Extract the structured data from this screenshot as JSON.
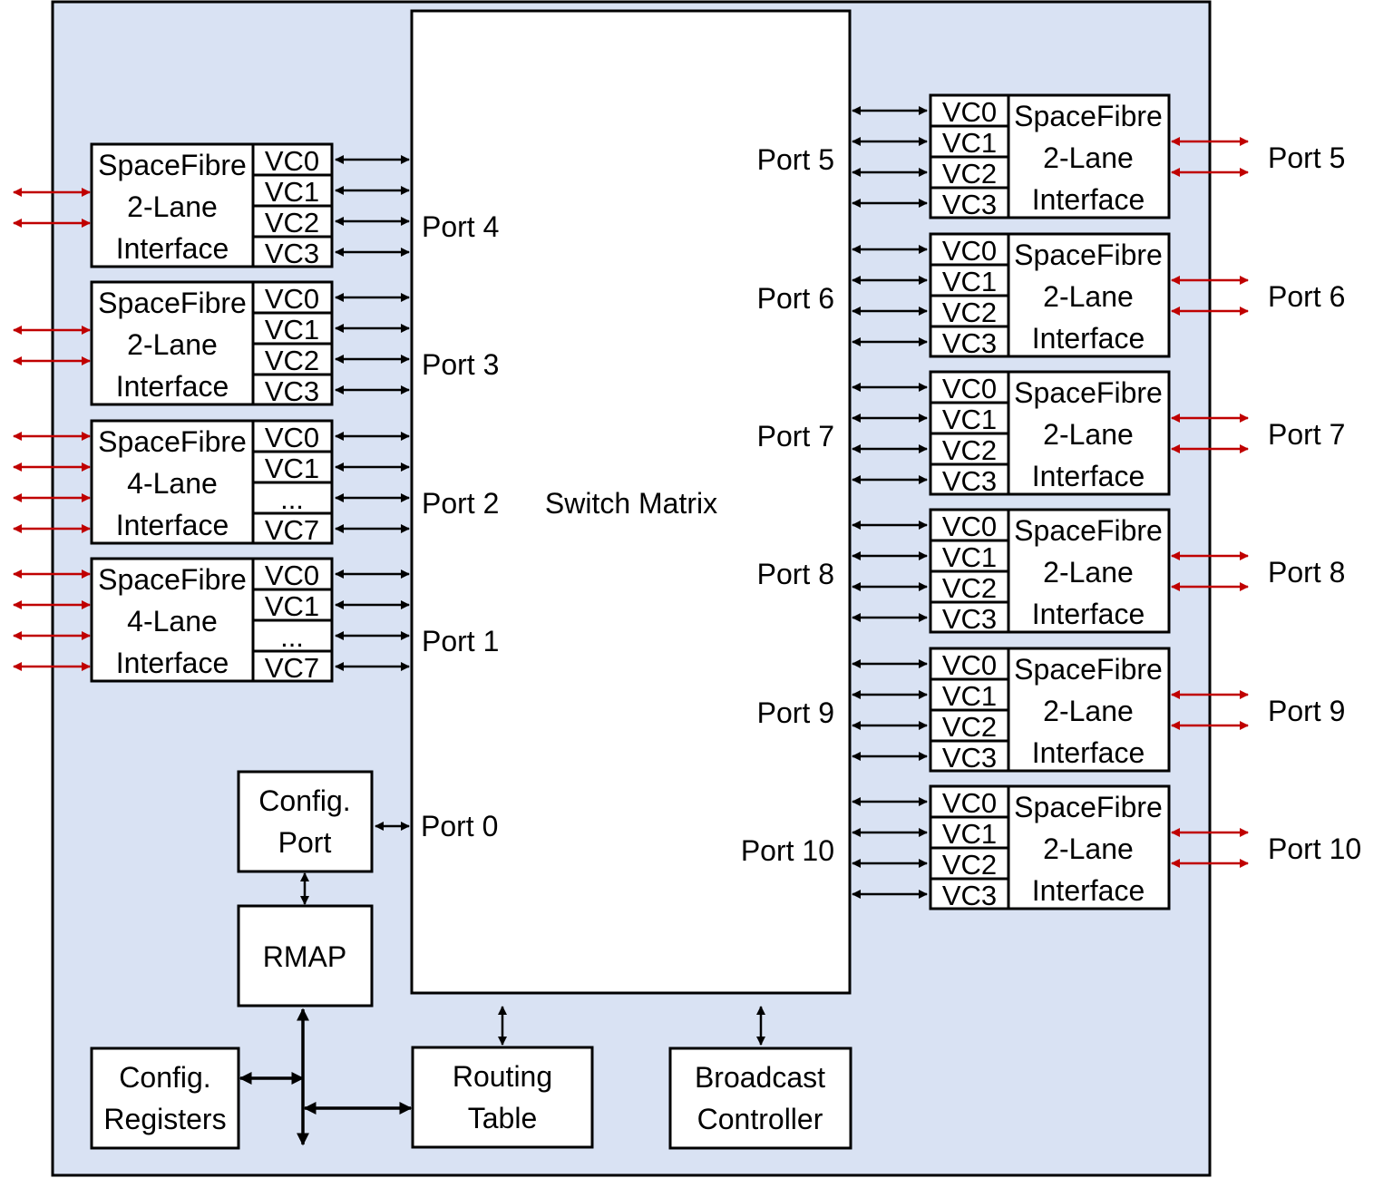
{
  "switch_matrix": {
    "label": "Switch Matrix"
  },
  "left_interfaces": [
    {
      "name": "SpaceFibre",
      "lanes": "2-Lane",
      "suffix": "Interface",
      "port": "Port 4",
      "vcs": [
        "VC0",
        "VC1",
        "VC2",
        "VC3"
      ]
    },
    {
      "name": "SpaceFibre",
      "lanes": "2-Lane",
      "suffix": "Interface",
      "port": "Port 3",
      "vcs": [
        "VC0",
        "VC1",
        "VC2",
        "VC3"
      ]
    },
    {
      "name": "SpaceFibre",
      "lanes": "4-Lane",
      "suffix": "Interface",
      "port": "Port 2",
      "vcs": [
        "VC0",
        "VC1",
        "...",
        "VC7"
      ]
    },
    {
      "name": "SpaceFibre",
      "lanes": "4-Lane",
      "suffix": "Interface",
      "port": "Port 1",
      "vcs": [
        "VC0",
        "VC1",
        "...",
        "VC7"
      ]
    }
  ],
  "right_interfaces": [
    {
      "name": "SpaceFibre",
      "lanes": "2-Lane",
      "suffix": "Interface",
      "port": "Port 5",
      "outer_port": "Port 5",
      "vcs": [
        "VC0",
        "VC1",
        "VC2",
        "VC3"
      ]
    },
    {
      "name": "SpaceFibre",
      "lanes": "2-Lane",
      "suffix": "Interface",
      "port": "Port 6",
      "outer_port": "Port 6",
      "vcs": [
        "VC0",
        "VC1",
        "VC2",
        "VC3"
      ]
    },
    {
      "name": "SpaceFibre",
      "lanes": "2-Lane",
      "suffix": "Interface",
      "port": "Port 7",
      "outer_port": "Port 7",
      "vcs": [
        "VC0",
        "VC1",
        "VC2",
        "VC3"
      ]
    },
    {
      "name": "SpaceFibre",
      "lanes": "2-Lane",
      "suffix": "Interface",
      "port": "Port 8",
      "outer_port": "Port 8",
      "vcs": [
        "VC0",
        "VC1",
        "VC2",
        "VC3"
      ]
    },
    {
      "name": "SpaceFibre",
      "lanes": "2-Lane",
      "suffix": "Interface",
      "port": "Port 9",
      "outer_port": "Port 9",
      "vcs": [
        "VC0",
        "VC1",
        "VC2",
        "VC3"
      ]
    },
    {
      "name": "SpaceFibre",
      "lanes": "2-Lane",
      "suffix": "Interface",
      "port": "Port 10",
      "outer_port": "Port 10",
      "vcs": [
        "VC0",
        "VC1",
        "VC2",
        "VC3"
      ]
    }
  ],
  "config_port": {
    "line1": "Config.",
    "line2": "Port",
    "port": "Port 0"
  },
  "rmap": {
    "label": "RMAP"
  },
  "config_registers": {
    "line1": "Config.",
    "line2": "Registers"
  },
  "routing_table": {
    "line1": "Routing",
    "line2": "Table"
  },
  "broadcast_controller": {
    "line1": "Broadcast",
    "line2": "Controller"
  },
  "colors": {
    "background": "#d9e2f3",
    "external_link": "#c00000",
    "internal_link": "#000000"
  }
}
